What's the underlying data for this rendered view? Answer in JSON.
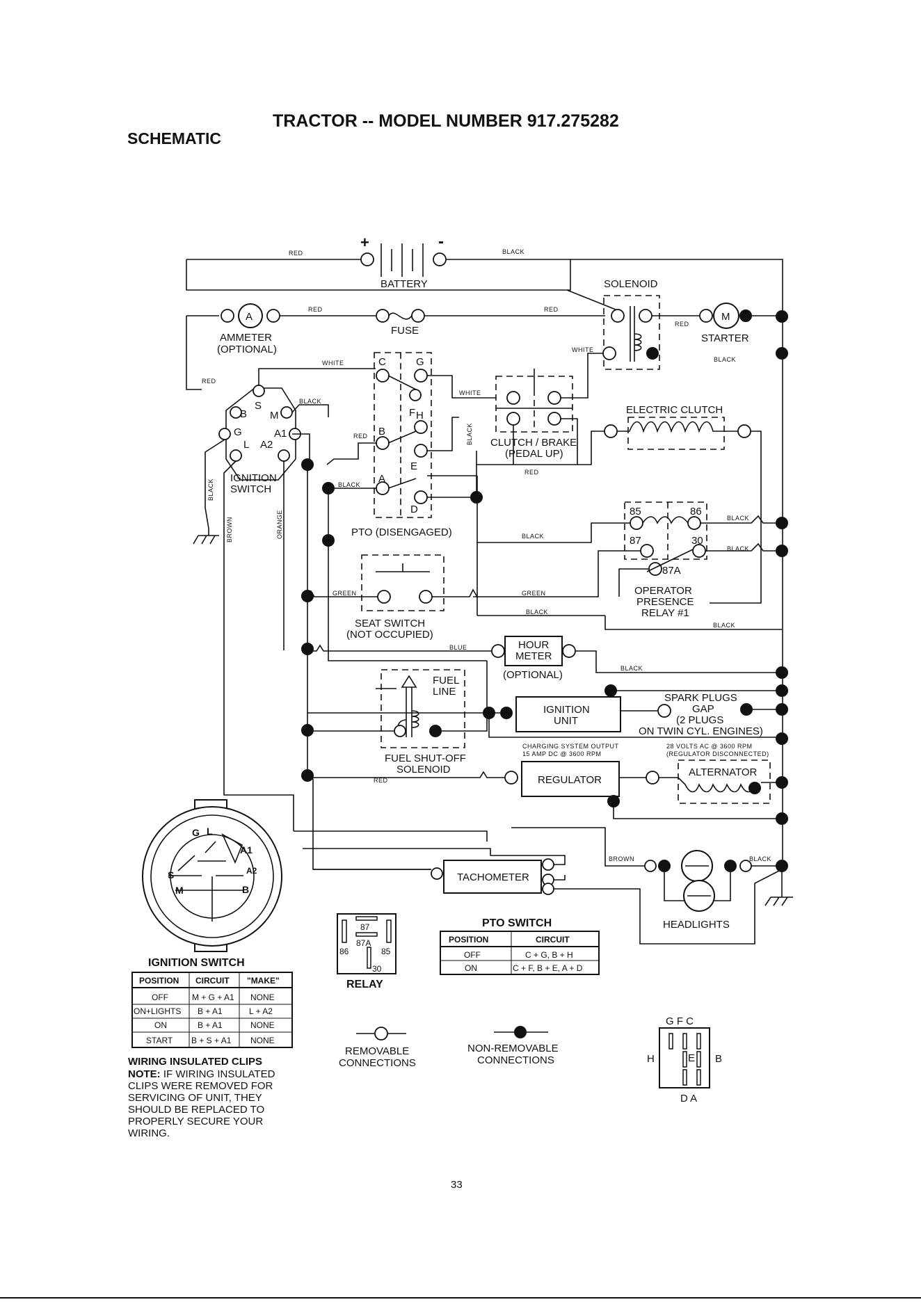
{
  "header": {
    "title": "TRACTOR -- MODEL NUMBER 917.275282",
    "section": "SCHEMATIC"
  },
  "components": {
    "battery": "BATTERY",
    "battery_plus": "+",
    "battery_minus": "-",
    "solenoid": "SOLENOID",
    "ammeter": "AMMETER",
    "ammeter_optional": "(OPTIONAL)",
    "ammeter_letter": "A",
    "fuse": "FUSE",
    "starter": "STARTER",
    "starter_letter": "M",
    "electric_clutch": "ELECTRIC CLUTCH",
    "clutch_brake": "CLUTCH / BRAKE",
    "clutch_brake_sub": "(PEDAL UP)",
    "ignition_switch_l1": "IGNITION",
    "ignition_switch_l2": "SWITCH",
    "pto": "PTO (DISENGAGED)",
    "seat_switch": "SEAT SWITCH",
    "seat_switch_sub": "(NOT OCCUPIED)",
    "hour_meter_l1": "HOUR",
    "hour_meter_l2": "METER",
    "hour_meter_optional": "(OPTIONAL)",
    "fuel_line_l1": "FUEL",
    "fuel_line_l2": "LINE",
    "fuel_solenoid_l1": "FUEL SHUT-OFF",
    "fuel_solenoid_l2": "SOLENOID",
    "ignition_unit_l1": "IGNITION",
    "ignition_unit_l2": "UNIT",
    "spark_l1": "SPARK PLUGS",
    "spark_l2": "GAP",
    "spark_l3": "(2 PLUGS",
    "spark_l4": "ON TWIN CYL. ENGINES)",
    "charging_l1": "CHARGING SYSTEM OUTPUT",
    "charging_l2": "15 AMP DC @ 3600 RPM",
    "alt_note_l1": "28 VOLTS AC @ 3600 RPM",
    "alt_note_l2": "(REGULATOR DISCONNECTED)",
    "regulator": "REGULATOR",
    "alternator": "ALTERNATOR",
    "relay_l1": "OPERATOR",
    "relay_l2": "PRESENCE",
    "relay_l3": "RELAY #1",
    "tachometer": "TACHOMETER",
    "headlights": "HEADLIGHTS"
  },
  "wire_colors": {
    "red": "RED",
    "black": "BLACK",
    "white": "WHITE",
    "green": "GREEN",
    "blue": "BLUE",
    "brown": "BROWN",
    "orange": "ORANGE"
  },
  "terminals": {
    "ign": [
      "B",
      "S",
      "M",
      "G",
      "A1",
      "L",
      "A2"
    ],
    "pto": [
      "C",
      "G",
      "F",
      "H",
      "B",
      "E",
      "A",
      "D"
    ],
    "relay": [
      "85",
      "86",
      "87",
      "30",
      "87A"
    ]
  },
  "ignition_switch_table": {
    "title": "IGNITION SWITCH",
    "headers": [
      "POSITION",
      "CIRCUIT",
      "\"MAKE\""
    ],
    "rows": [
      [
        "OFF",
        "M + G + A1",
        "NONE"
      ],
      [
        "ON+LIGHTS",
        "B + A1",
        "L + A2"
      ],
      [
        "ON",
        "B + A1",
        "NONE"
      ],
      [
        "START",
        "B + S + A1",
        "NONE"
      ]
    ]
  },
  "ign_face_letters": [
    "G",
    "L",
    "A1",
    "S",
    "A2",
    "M",
    "B"
  ],
  "pto_switch_table": {
    "title": "PTO SWITCH",
    "headers": [
      "POSITION",
      "CIRCUIT"
    ],
    "rows": [
      [
        "OFF",
        "C + G, B + H"
      ],
      [
        "ON",
        "C + F, B + E, A + D"
      ]
    ]
  },
  "relay_diagram": {
    "title": "RELAY",
    "labels": [
      "87",
      "87A",
      "86",
      "85",
      "30"
    ]
  },
  "legend": {
    "removable_l1": "REMOVABLE",
    "removable_l2": "CONNECTIONS",
    "nonremovable_l1": "NON-REMOVABLE",
    "nonremovable_l2": "CONNECTIONS"
  },
  "pto_connector": {
    "top": "G F C",
    "left": "H",
    "center": "E",
    "right": "B",
    "bottom": "D A"
  },
  "note": {
    "title": "WIRING INSULATED CLIPS",
    "lead": "NOTE:",
    "lines": [
      " IF WIRING INSULATED",
      "CLIPS WERE REMOVED FOR",
      "SERVICING OF UNIT, THEY",
      "SHOULD BE REPLACED TO",
      "PROPERLY SECURE YOUR",
      "WIRING."
    ]
  },
  "page_number": "33"
}
